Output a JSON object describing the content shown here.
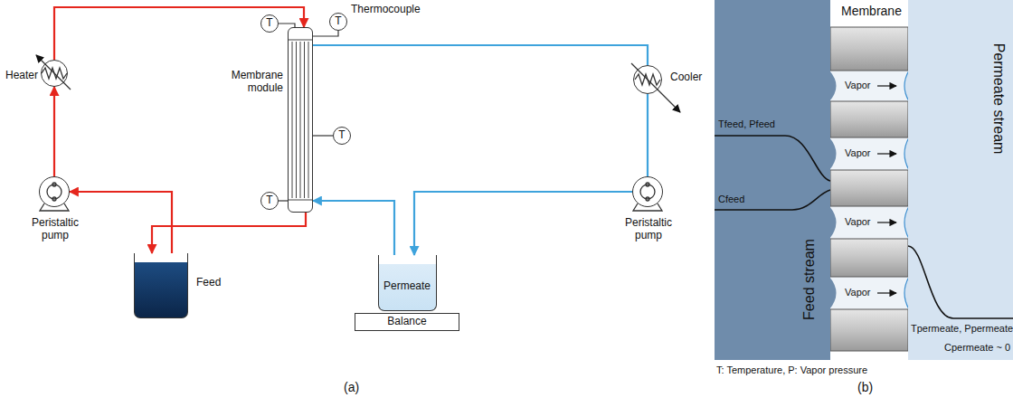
{
  "diagram": {
    "nodes": [
      {
        "text": [
          "Heater"
        ]
      },
      {
        "text": [
          "T"
        ]
      },
      {
        "text": [
          "T"
        ]
      },
      {
        "text": [
          "Membrane module"
        ]
      },
      {
        "text": [
          "Cooler"
        ]
      },
      {
        "text": [
          "T"
        ]
      },
      {
        "text": [
          "Peristaltic pump"
        ]
      },
      {
        "text": [
          "T"
        ]
      },
      {
        "text": [
          "Peristaltic pump"
        ]
      },
      {
        "text": [
          "Feed"
        ]
      },
      {
        "text": [
          "Permeate"
        ]
      },
      {
        "text": [
          "Balance"
        ]
      },
      {
        "text": [
          "Feed stream"
        ]
      },
      {
        "text": [
          "Permeate stream"
        ]
      }
    ],
    "edges": [
      {
        "from": 9,
        "to": 6,
        "arrow": "to"
      },
      {
        "from": 6,
        "to": 0,
        "arrow": "to"
      },
      {
        "from": 0,
        "to": 3,
        "arrow": "to"
      },
      {
        "from": 3,
        "to": 9,
        "arrow": "to"
      },
      {
        "from": 3,
        "to": 4,
        "arrow": "none"
      },
      {
        "from": 4,
        "to": 8,
        "arrow": "none"
      },
      {
        "from": 8,
        "to": 10,
        "arrow": "to"
      },
      {
        "from": 10,
        "to": 3,
        "arrow": "to"
      },
      {
        "from": 1,
        "to": 3,
        "arrow": "none"
      },
      {
        "from": 2,
        "to": 3,
        "arrow": "none"
      },
      {
        "from": 5,
        "to": 3,
        "arrow": "none"
      },
      {
        "from": 7,
        "to": 3,
        "arrow": "none"
      }
    ],
    "labels": [
      "Thermocouple",
      "(a)",
      "Membrane",
      "Vapor",
      "Vapor",
      "Vapor",
      "Vapor",
      "Tfeed, Pfeed",
      "Cfeed",
      "Tpermeate, Ppermeate",
      "Cpermeate ~ 0",
      "T: Temperature, P: Vapor pressure",
      "(b)"
    ]
  }
}
